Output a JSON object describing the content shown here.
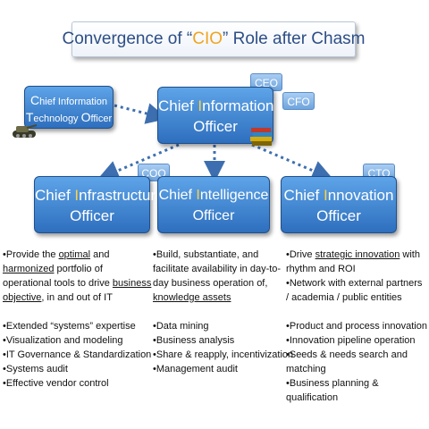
{
  "title": {
    "before": "Convergence of “",
    "highlight": "CIO",
    "after": "” Role after Chasm"
  },
  "roles": {
    "cito": {
      "l1_cap": "C",
      "l1_rest": "hief Information",
      "l2_cap": "T",
      "l2_mid": "echnology ",
      "l2_cap2": "O",
      "l2_rest": "fficer"
    },
    "cio": {
      "l1a": "Chief ",
      "l1_acc": "I",
      "l1b": "nformation",
      "l2": "Officer"
    },
    "cinfra": {
      "l1a": "Chief ",
      "l1_acc": "I",
      "l1b": "nfrastructure",
      "l2": "Officer"
    },
    "cintel": {
      "l1a": "Chief ",
      "l1_acc": "I",
      "l1b": "ntelligence",
      "l2": "Officer"
    },
    "cinno": {
      "l1a": "Chief ",
      "l1_acc": "I",
      "l1b": "nnovation",
      "l2": "Officer"
    }
  },
  "tabs": {
    "ceo": "CEO",
    "cfo": "CFO",
    "coo": "COO",
    "cto": "CTO"
  },
  "icons": {
    "tank": "tank-icon",
    "books": "books-icon"
  },
  "colors": {
    "accent": "#ffd23f",
    "title": "#2d4e86",
    "box": "#3a7fcf",
    "tab": "#8ab9e8",
    "arrow": "#3d6fb0"
  },
  "columns": {
    "infra": {
      "b1": [
        "•Provide the ",
        "optimal",
        " and"
      ],
      "b2": [
        "harmonized",
        " portfolio of"
      ],
      "b3": "operational tools to drive ",
      "b3u": "business",
      "b4u": "objective",
      "b4": ", in and out of IT",
      "list": [
        "•Extended “systems” expertise",
        "•Visualization and modeling",
        "•IT Governance & Standardization",
        "•Systems audit",
        "•Effective vendor control"
      ]
    },
    "intel": {
      "lines": [
        "•Build, substantiate, and",
        "facilitate availability in day-to-",
        "day business operation of,"
      ],
      "lastu": "knowledge assets",
      "list": [
        "•Data mining",
        "•Business analysis",
        "•Share & reapply, incentivization",
        "•Management audit"
      ]
    },
    "inno": {
      "b1": "•Drive ",
      "b1u": "strategic innovation",
      "b1e": " with",
      "lines": [
        "rhythm and ROI",
        "•Network with external partners",
        "/ academia / public entities"
      ],
      "list": [
        "•Product and process innovation",
        "•Innovation pipeline operation",
        "•Seeds & needs search and",
        "matching",
        "•Business planning &",
        "qualification"
      ]
    }
  }
}
